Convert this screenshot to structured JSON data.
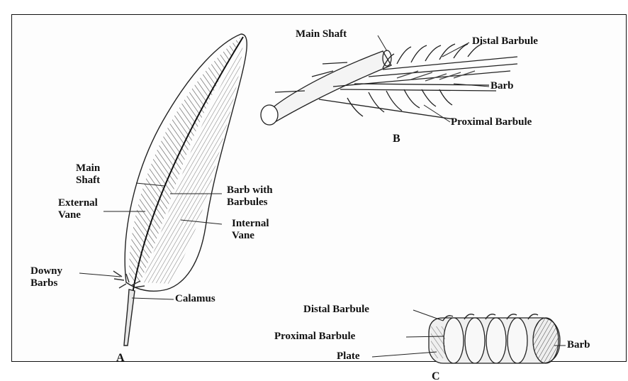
{
  "figure": {
    "panels": [
      "A",
      "B",
      "C"
    ],
    "labels_a": {
      "main_shaft": "Main\nShaft",
      "external_vane": "External\nVane",
      "barb_with_barbules": "Barb with\nBarbules",
      "internal_vane": "Internal\nVane",
      "downy_barbs": "Downy\nBarbs",
      "calamus": "Calamus"
    },
    "labels_b": {
      "main_shaft": "Main Shaft",
      "distal_barbule": "Distal Barbule",
      "barb": "Barb",
      "proximal_barbule": "Proximal Barbule"
    },
    "labels_c": {
      "distal_barbule": "Distal Barbule",
      "proximal_barbule": "Proximal Barbule",
      "plate": "Plate",
      "barb": "Barb"
    }
  }
}
